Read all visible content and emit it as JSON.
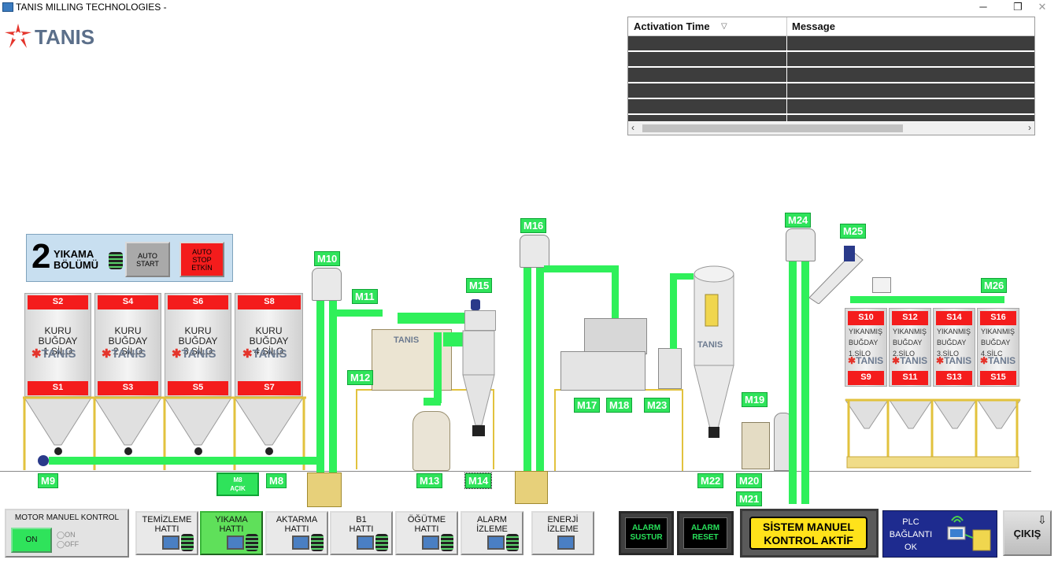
{
  "window": {
    "title": "TANIS MILLING TECHNOLOGIES -",
    "minimize": "─",
    "restore": "❐",
    "close": "✕"
  },
  "logo": {
    "text": "TANIS"
  },
  "alarm_table": {
    "columns": [
      "Activation Time",
      "Message"
    ],
    "sort_glyph": "▽",
    "rows": [
      [
        "",
        ""
      ],
      [
        "",
        ""
      ],
      [
        "",
        ""
      ],
      [
        "",
        ""
      ],
      [
        "",
        ""
      ],
      [
        "",
        ""
      ]
    ],
    "scroll_left": "‹",
    "scroll_right": "›"
  },
  "section": {
    "number": "2",
    "name_line1": "YIKAMA",
    "name_line2": "BÖLÜMÜ",
    "auto_start": [
      "AUTO",
      "START"
    ],
    "auto_stop": [
      "AUTO",
      "STOP",
      "ETKİN"
    ]
  },
  "silos_top": [
    {
      "tag": "S2",
      "line1": "KURU BUĞDAY",
      "line2": "1.SİLO",
      "bottom_tag": "S1",
      "brand": "TANIS"
    },
    {
      "tag": "S4",
      "line1": "KURU BUĞDAY",
      "line2": "2.SİLO",
      "bottom_tag": "S3",
      "brand": "TANIS"
    },
    {
      "tag": "S6",
      "line1": "KURU BUĞDAY",
      "line2": "3.SİLO",
      "bottom_tag": "S5",
      "brand": "TANIS"
    },
    {
      "tag": "S8",
      "line1": "KURU BUĞDAY",
      "line2": "4.SİLO",
      "bottom_tag": "S7",
      "brand": "TANIS"
    }
  ],
  "silos_right": [
    {
      "tag": "S10",
      "l1": "YIKANMIŞ",
      "l2": "BUĞDAY",
      "l3": "1.SİLO",
      "bottom_tag": "S9",
      "brand": "TANIS"
    },
    {
      "tag": "S12",
      "l1": "YIKANMIŞ",
      "l2": "BUĞDAY",
      "l3": "2.SİLO",
      "bottom_tag": "S11",
      "brand": "TANIS"
    },
    {
      "tag": "S14",
      "l1": "YIKANMIŞ",
      "l2": "BUĞDAY",
      "l3": "3.SİLO",
      "bottom_tag": "S13",
      "brand": "TANIS"
    },
    {
      "tag": "S16",
      "l1": "YIKANMIŞ",
      "l2": "BUĞDAY",
      "l3": "4.SİLC",
      "bottom_tag": "S15",
      "brand": "TANIS"
    }
  ],
  "machines": {
    "M8_status": [
      "M8",
      "AÇIK"
    ],
    "labels": [
      "M9",
      "M8",
      "M10",
      "M11",
      "M12",
      "M13",
      "M14",
      "M15",
      "M16",
      "M17",
      "M18",
      "M23",
      "M22",
      "M19",
      "M20",
      "M21",
      "M24",
      "M25",
      "M26"
    ]
  },
  "equipment_brand": "TANIS",
  "bottom": {
    "motor_manual": {
      "title": "MOTOR MANUEL KONTROL",
      "on_button": "ON",
      "radio_on": "ON",
      "radio_off": "OFF"
    },
    "nav": [
      {
        "l1": "TEMİZLEME",
        "l2": "HATTI",
        "active": false
      },
      {
        "l1": "YIKAMA",
        "l2": "HATTI",
        "active": true
      },
      {
        "l1": "AKTARMA",
        "l2": "HATTI",
        "active": false
      },
      {
        "l1": "B1",
        "l2": "HATTI",
        "active": false
      },
      {
        "l1": "ÖĞÜTME",
        "l2": "HATTI",
        "active": false
      },
      {
        "l1": "ALARM",
        "l2": "İZLEME",
        "active": false
      },
      {
        "l1": "ENERJİ",
        "l2": "İZLEME",
        "active": false
      }
    ],
    "alarm_silence": [
      "ALARM",
      "SUSTUR"
    ],
    "alarm_reset": [
      "ALARM",
      "RESET"
    ],
    "system_mode": [
      "SİSTEM MANUEL",
      "KONTROL AKTİF"
    ],
    "plc": [
      "PLC",
      "BAĞLANTI",
      "OK"
    ],
    "exit": "ÇIKIŞ"
  },
  "colors": {
    "active_green": "#2ff05a",
    "alarm_red": "#f41c1c",
    "frame_yellow": "#e2c23d",
    "panel_blue": "#c8dff0"
  }
}
